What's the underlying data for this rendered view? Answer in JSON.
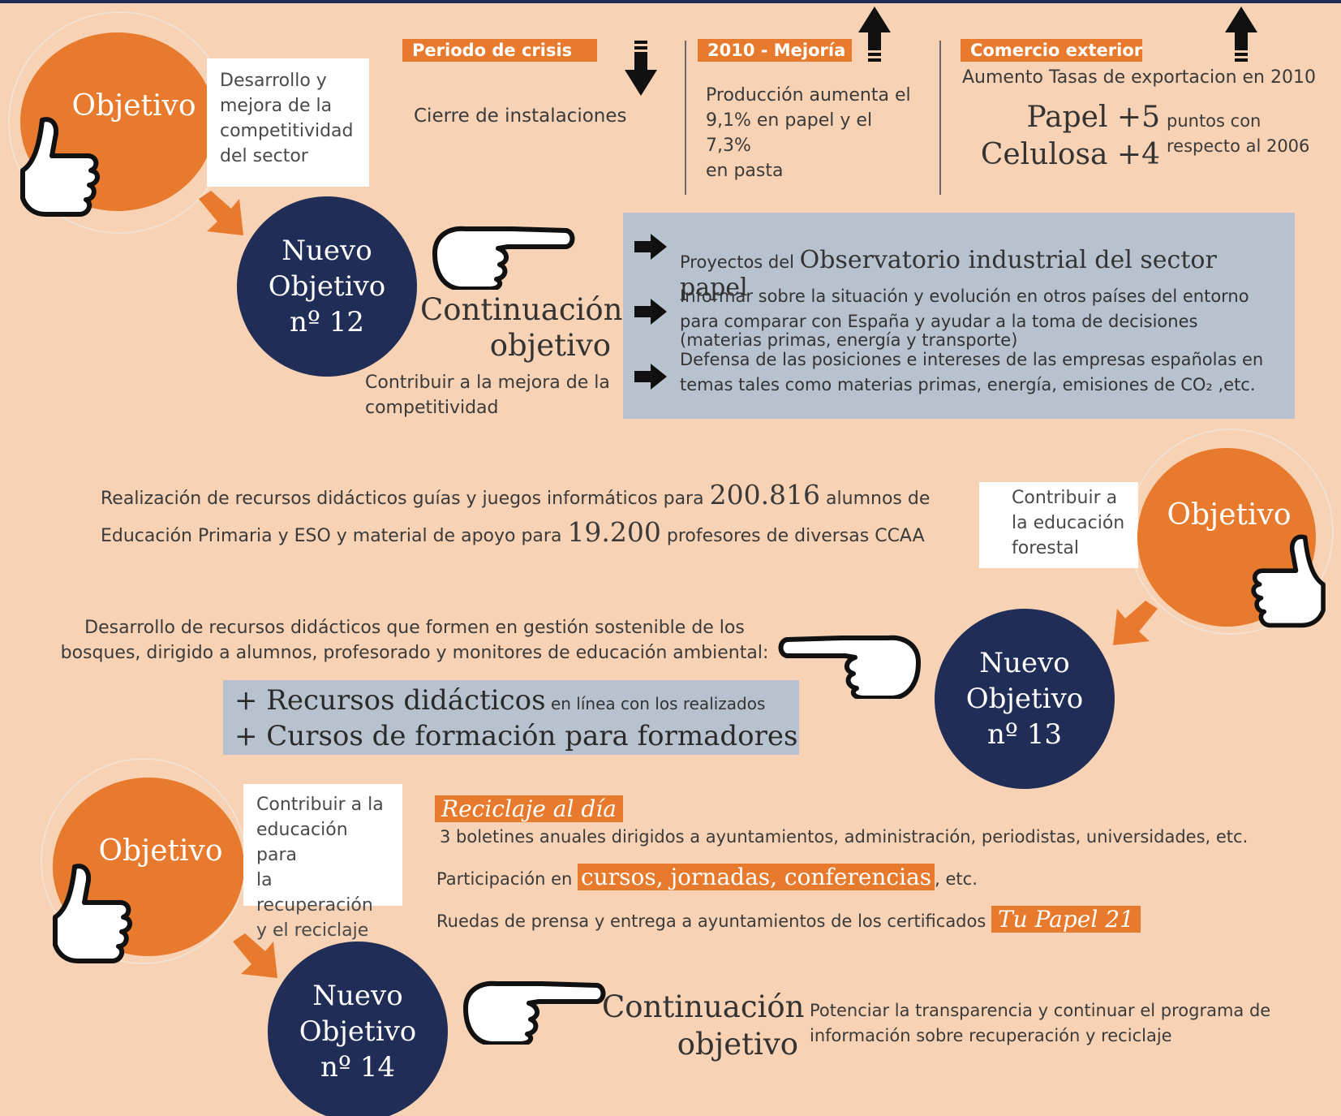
{
  "section1": {
    "objetivo": "Objetivo",
    "objetivo_desc": "Desarrollo y\nmejora de la\ncompetitividad\ndel sector",
    "crisis_tag": "Periodo de crisis",
    "crisis_text": "Cierre de instalaciones",
    "mejoria_tag": "2010 - Mejoría",
    "mejoria_text": "Producción aumenta el\n9,1% en papel y el 7,3%\nen pasta",
    "comercio_tag": "Comercio exterior",
    "comercio_text": "Aumento Tasas de exportacion en 2010",
    "papel": "Papel +5",
    "celulosa": "Celulosa +4",
    "puntos": "puntos con\nrespecto al 2006",
    "nuevo": "Nuevo\nObjetivo\nnº 12",
    "continuacion": "Continuación",
    "objetivo_word": "objetivo",
    "contribuir": "Contribuir a la mejora de la\ncompetitividad",
    "bullets": [
      {
        "prefix": "Proyectos del ",
        "big": "Observatorio industrial del sector papel",
        "rest": "(materias primas, energía y transporte)"
      },
      {
        "text": "Informar sobre la situación y evolución en otros países del entorno\npara comparar con España y ayudar  a la toma de decisiones"
      },
      {
        "text": "Defensa de las posiciones e intereses de las empresas españolas en\ntemas tales como materias primas, energía, emisiones de CO₂ ,etc."
      }
    ]
  },
  "section2": {
    "line1_a": "Realización de recursos didácticos guías y juegos informáticos para ",
    "line1_num": "200.816",
    "line1_b": " alumnos  de",
    "line2_a": "Educación Primaria y ESO y material de apoyo para  ",
    "line2_num": "19.200",
    "line2_b": "  profesores  de diversas CCAA",
    "objetivo": "Objetivo",
    "objetivo_desc": "Contribuir a\nla educación\nforestal",
    "desarrollo": "Desarrollo de recursos didácticos  que formen en gestión sostenible de los\nbosques, dirigido a alumnos, profesorado y monitores de educación ambiental:",
    "recursos_big": "+ Recursos didácticos",
    "recursos_small": " en línea con los realizados",
    "cursos": "+ Cursos de formación para formadores",
    "nuevo": "Nuevo\nObjetivo\nnº 13"
  },
  "section3": {
    "objetivo": "Objetivo",
    "objetivo_desc": "Contribuir a la\neducación para\nla recuperación\ny el reciclaje",
    "reciclaje_tag": "Reciclaje al día",
    "boletines": "3 boletines anuales dirigidos a ayuntamientos, administración, periodistas, universidades, etc.",
    "participacion_a": "Participación en ",
    "participacion_hl": "cursos, jornadas, conferencias",
    "participacion_b": ", etc.",
    "ruedas": "Ruedas de prensa y  entrega a ayuntamientos de los certificados ",
    "tu_papel": "Tu Papel 21",
    "nuevo": "Nuevo\nObjetivo\nnº 14",
    "continuacion": "Continuación",
    "objetivo_word": "objetivo",
    "potenciar": "Potenciar la transparencia y continuar el programa de\ninformación sobre recuperación y reciclaje"
  },
  "colors": {
    "orange": "#e87a2d",
    "navy": "#1f2d57",
    "background": "#f7d2b4",
    "blue_box": "#b8c2cf"
  }
}
